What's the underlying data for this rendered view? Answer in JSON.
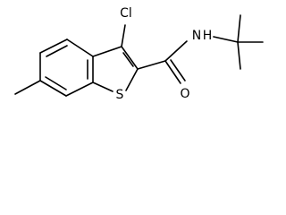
{
  "molecule": {
    "atoms": {
      "chlorine": "Cl",
      "amide_nitrogen": "N",
      "amide_hydrogen": "H",
      "carbonyl_oxygen": "O",
      "ring_sulfur": "S"
    },
    "colors": {
      "bond": "#000000",
      "label": "#000000",
      "background": "#ffffff"
    }
  }
}
